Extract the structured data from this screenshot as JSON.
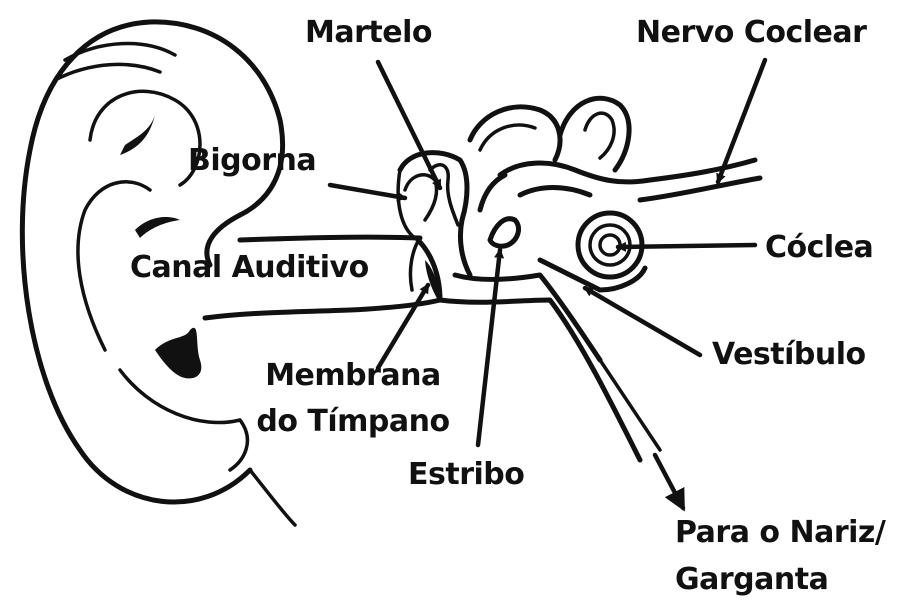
{
  "labels": {
    "martelo": "Martelo",
    "nervo_coclear": "Nervo Coclear",
    "bigorna": "Bigorna",
    "coclea": "Cóclea",
    "canal_auditivo": "Canal Auditivo",
    "vestibulo": "Vestíbulo",
    "membrana_line1": "Membrana",
    "membrana_line2": "do Tímpano",
    "estribo": "Estribo",
    "nariz_line1": "Para o Nariz/",
    "nariz_line2": "Garganta"
  }
}
